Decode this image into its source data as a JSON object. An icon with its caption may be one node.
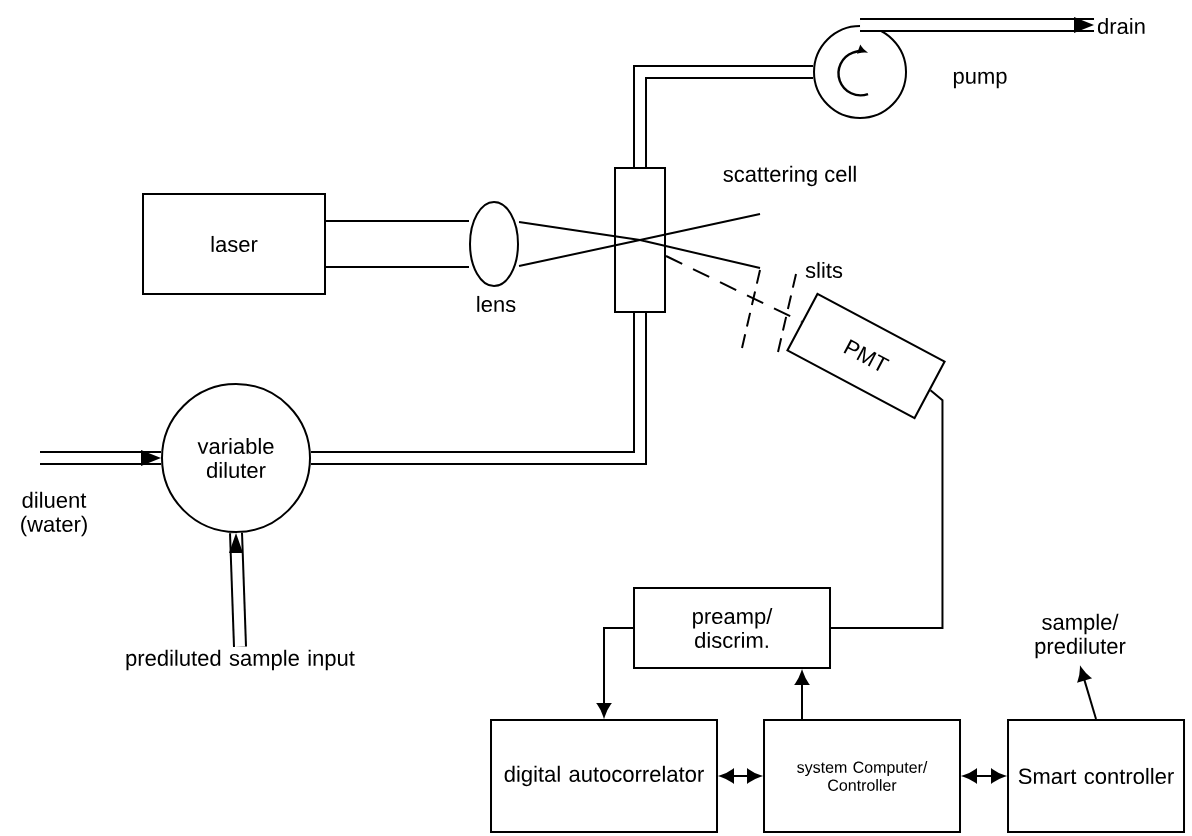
{
  "diagram": {
    "nodes": [
      {
        "text": [
          "laser"
        ]
      },
      {
        "text": [],
        "shape": "ellipse",
        "beside": [
          "lens"
        ]
      },
      {
        "text": [],
        "shape": "box",
        "beside": [
          "scattering cell"
        ]
      },
      {
        "text": [],
        "shape": "circle",
        "beside": [
          "pump"
        ]
      },
      {
        "text": [
          "drain"
        ]
      },
      {
        "text": [
          "PMT"
        ]
      },
      {
        "text": [
          "variable diluter"
        ]
      },
      {
        "text": [
          "prediluted sample input"
        ]
      },
      {
        "text": [
          "preamp/ discrim."
        ]
      },
      {
        "text": [
          "digital autocorrelator"
        ]
      },
      {
        "text": [
          "system Computer/ Controller"
        ]
      },
      {
        "text": [
          "Smart controller"
        ]
      },
      {
        "text": [
          "sample/ prediluter"
        ]
      }
    ],
    "edges": [
      {
        "from": 0,
        "to": 1,
        "arrow": "none",
        "style": "thick"
      },
      {
        "from": 1,
        "to": 2,
        "arrow": "none"
      },
      {
        "from": 2,
        "to": 3,
        "arrow": "none",
        "style": "thick"
      },
      {
        "from": 3,
        "to": 4,
        "arrow": "to",
        "style": "thick"
      },
      {
        "from": 6,
        "to": 2,
        "arrow": "none",
        "style": "thick"
      },
      {
        "from": null,
        "to": 6,
        "arrow": "to",
        "style": "thick"
      },
      {
        "from": 7,
        "to": 6,
        "arrow": "to",
        "style": "thick"
      },
      {
        "from": 2,
        "to": 5,
        "arrow": "none",
        "style": "dashed"
      },
      {
        "from": 5,
        "to": 8,
        "arrow": "none"
      },
      {
        "from": 8,
        "to": 9,
        "arrow": "to"
      },
      {
        "from": 9,
        "to": 10,
        "arrow": "both"
      },
      {
        "from": 10,
        "to": 8,
        "arrow": "to"
      },
      {
        "from": 10,
        "to": 11,
        "arrow": "both"
      },
      {
        "from": 11,
        "to": 12,
        "arrow": "to"
      }
    ],
    "labels": [
      "slits",
      "diluent (water)"
    ]
  }
}
